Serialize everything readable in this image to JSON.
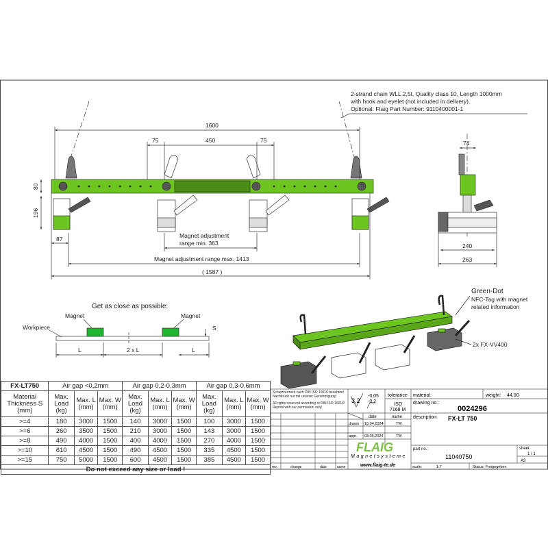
{
  "front_view": {
    "dims": {
      "overall": "1600",
      "left_offset": "75",
      "center": "450",
      "right_offset": "75",
      "beam_height": "80",
      "magnet_height": "196",
      "end_offset": "87",
      "min_range": "Magnet adjustment\nrange min. 363",
      "min_range_l1": "Magnet adjustment",
      "min_range_l2": "range min. 363",
      "max_range": "Magnet adjustment range max. 1413",
      "total_length": "( 1587 )"
    },
    "chain_note": [
      "2-strand chain WLL 2,5t, Quality class 10, Length 1000mm",
      "with hook and eyelet (not included in delivery).",
      "Optional: Flaig Part Number: 9110400001-1"
    ]
  },
  "side_view": {
    "dims": {
      "top": "74",
      "width_inner": "240",
      "width_outer": "263"
    }
  },
  "schematic": {
    "title": "Get as close as possible:",
    "workpiece": "Workpiece",
    "magnet_left": "Magnet",
    "magnet_right": "Magnet",
    "thickness": "S",
    "dim_l_left": "L",
    "dim_2l": "2 x L",
    "dim_l_right": "L"
  },
  "iso_view": {
    "callout_1": "Green-Dot",
    "callout_2": "NFC-Tag with magnet",
    "callout_3": "related information",
    "callout_4": "2x FX-VV400"
  },
  "colors": {
    "green": "#6cc61f",
    "dark": "#3a3a3a",
    "metal": "#bfc4c8"
  },
  "spec_table": {
    "model": "FX-LT750",
    "groups": [
      "Air gap <0,2mm",
      "Air gap 0,2-0,3mm",
      "Air gap 0,3-0,6mm"
    ],
    "row_header": "Material Thickness S (mm)",
    "col_headers": [
      "Max. Load (kg)",
      "Max. L (mm)",
      "Max. W (mm)"
    ],
    "rows": [
      [
        ">=4",
        "180",
        "3000",
        "1500",
        "140",
        "3000",
        "1500",
        "100",
        "3000",
        "1500"
      ],
      [
        ">=6",
        "260",
        "3500",
        "1500",
        "210",
        "3000",
        "1500",
        "143",
        "3000",
        "1500"
      ],
      [
        ">=8",
        "490",
        "4000",
        "1500",
        "400",
        "4000",
        "1500",
        "270",
        "4000",
        "1500"
      ],
      [
        ">=10",
        "610",
        "4500",
        "1500",
        "490",
        "4500",
        "1500",
        "335",
        "4500",
        "1500"
      ],
      [
        ">=15",
        "750",
        "5000",
        "1500",
        "600",
        "4500",
        "1500",
        "385",
        "4500",
        "1500"
      ]
    ],
    "footer": "Do not exceed any size or load !"
  },
  "title_block": {
    "copyright_de": "Schutzvermerk nach DIN ISO 16016 beachten! Nachdruck nur mit unserer Genehmigung!",
    "copyright_en": "All rights reserved according to DIN ISO 16016! Reprint with our permission only!",
    "surface": "3,2",
    "tol_upper": "-0,05",
    "tol_lower": "-0,2",
    "tolerance_label": "tolerance",
    "tolerance_value_1": "ISO",
    "tolerance_value_2": "7168 M",
    "material_label": "material:",
    "weight_label": "weight:",
    "weight_value": "44.00",
    "drawing_no_label": "drawing no.:",
    "drawing_no": "0024296",
    "description_label": "description:",
    "description": "FX-LT 750",
    "date_label": "date",
    "name_label": "name",
    "drawn_label": "drawn",
    "drawn_date": "10.04.2024",
    "drawn_name": "TW",
    "appr_label": "appr.",
    "appr_date": "03.06.2024",
    "appr_name": "TW",
    "logo": "FLAIG",
    "logo_sub": "Magnetsysteme",
    "website": "www.flaig-te.de",
    "part_no_label": "part no.:",
    "part_no": "11040750",
    "sheet_label": "sheet",
    "sheet_value": "1 / 1",
    "format": "A3",
    "scale_label": "scale:",
    "scale_value": "1:7",
    "status": "Status: Freigegeben",
    "rev_cols": [
      "rev.",
      "change",
      "date",
      "name"
    ]
  }
}
